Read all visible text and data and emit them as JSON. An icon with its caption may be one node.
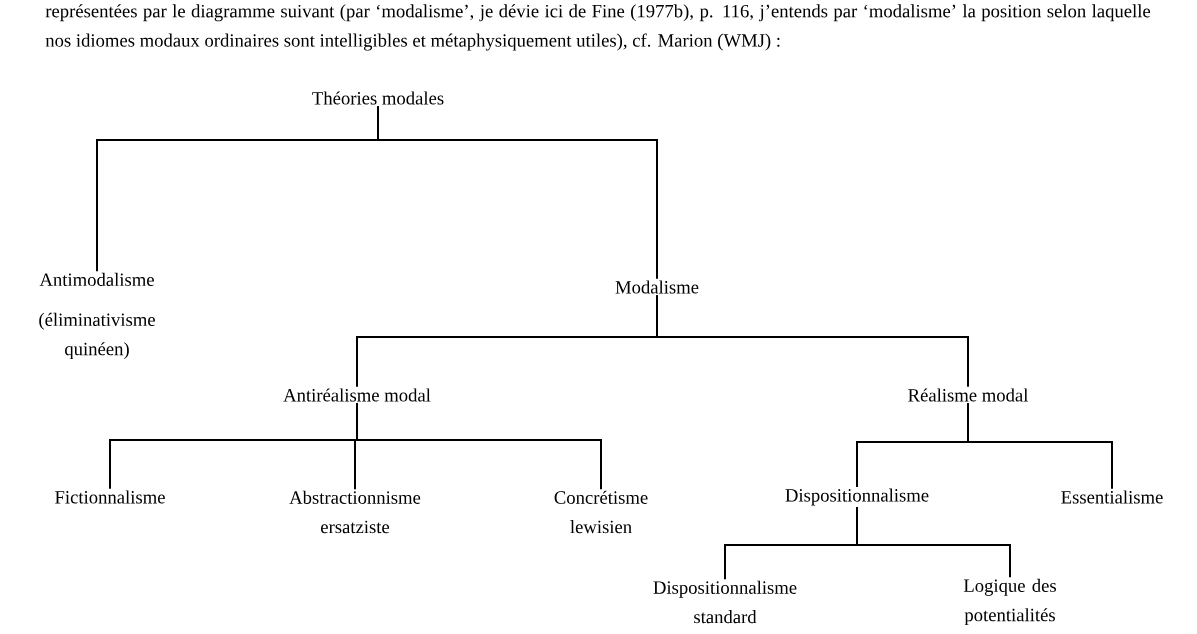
{
  "diagram": {
    "nodes": [
      {
        "text": [
          "Théories modales"
        ]
      },
      {
        "text": [
          "Antimodalisme",
          "(éliminativisme quinéen)"
        ]
      },
      {
        "text": [
          "Modalisme"
        ]
      },
      {
        "text": [
          "Antiréalisme modal"
        ]
      },
      {
        "text": [
          "Réalisme modal"
        ]
      },
      {
        "text": [
          "Fictionnalisme"
        ]
      },
      {
        "text": [
          "Abstractionnisme ersatziste"
        ]
      },
      {
        "text": [
          "Concrétisme lewisien"
        ]
      },
      {
        "text": [
          "Dispositionnalisme"
        ]
      },
      {
        "text": [
          "Essentialisme"
        ]
      },
      {
        "text": [
          "Dispositionnalisme standard"
        ]
      },
      {
        "text": [
          "Logique des potentialités"
        ]
      }
    ],
    "edges": [
      {
        "from": 0,
        "to": 1,
        "arrow": "none"
      },
      {
        "from": 0,
        "to": 2,
        "arrow": "none"
      },
      {
        "from": 2,
        "to": 3,
        "arrow": "none"
      },
      {
        "from": 2,
        "to": 4,
        "arrow": "none"
      },
      {
        "from": 3,
        "to": 5,
        "arrow": "none"
      },
      {
        "from": 3,
        "to": 6,
        "arrow": "none"
      },
      {
        "from": 3,
        "to": 7,
        "arrow": "none"
      },
      {
        "from": 4,
        "to": 8,
        "arrow": "none"
      },
      {
        "from": 4,
        "to": 9,
        "arrow": "none"
      },
      {
        "from": 8,
        "to": 10,
        "arrow": "none"
      },
      {
        "from": 8,
        "to": 11,
        "arrow": "none"
      }
    ],
    "labels": [
      "représentées par le diagramme suivant (par ‘modalisme’, je dévie ici de Fine (1977b), p. 116, j’entends par ‘modalisme’ la position selon laquelle nos idiomes modaux ordinaires sont intelligibles et métaphysiquement utiles), cf. Marion (WMJ) :"
    ]
  }
}
